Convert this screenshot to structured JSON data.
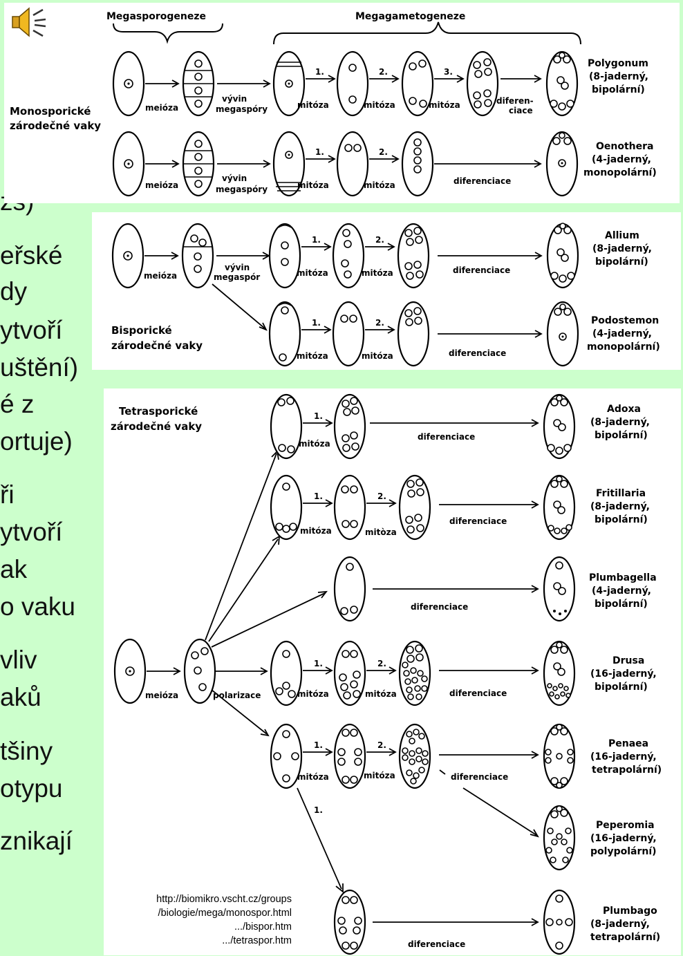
{
  "slide": {
    "background_color": "#ccffcc",
    "speaker_icon": "speaker-icon",
    "left_text": [
      "zs)",
      "eřské",
      "dy",
      "ytvoří",
      "uštění)",
      "é z",
      "ortuje)",
      "ři",
      "ytvoří",
      "ak",
      "o vaku",
      "vliv",
      "aků",
      "tšiny",
      "otypu",
      "znikají"
    ]
  },
  "monosporic": {
    "phase_megasporogenesis": "Megasporogeneze",
    "phase_megagametogenesis": "Megagametogeneze",
    "group_label": [
      "Monosporické",
      "zárodečné vaky"
    ],
    "meiosis": "meióza",
    "megaspore_development": [
      "vývin",
      "megaspóry"
    ],
    "step_1": "1.",
    "step_2": "2.",
    "step_3": "3.",
    "mitosis": "mitóza",
    "differentiation_split": [
      "diferen-",
      "ciace"
    ],
    "differentiation": "diferenciace",
    "polygonum": [
      "Polygonum",
      "(8-jaderný,",
      "bipolární)"
    ],
    "oenothera": [
      "Oenothera",
      "(4-jaderný,",
      "monopolární)"
    ]
  },
  "bisporic": {
    "group_label": [
      "Bisporické",
      "zárodečné vaky"
    ],
    "meiosis": "meióza",
    "megaspore_development": [
      "vývin",
      "megaspór"
    ],
    "step_1": "1.",
    "step_2": "2.",
    "mitosis": "mitóza",
    "differentiation": "diferenciace",
    "allium": [
      "Allium",
      "(8-jaderný,",
      "bipolární)"
    ],
    "podostemon": [
      "Podostemon",
      "(4-jaderný,",
      "monopolární)"
    ]
  },
  "tetrasporic": {
    "group_label": [
      "Tetrasporické",
      "zárodečné vaky"
    ],
    "meiosis": "meióza",
    "polarization": "polarizace",
    "step_1": "1.",
    "step_2": "2.",
    "mitosis": "mitóza",
    "mitosis_alt": "mitòza",
    "step_1_plain": "1.",
    "differentiation": "diferenciace",
    "adoxa": [
      "Adoxa",
      "(8-jaderný,",
      "bipolární)"
    ],
    "fritillaria": [
      "Fritillaria",
      "(8-jaderný,",
      "bipolární)"
    ],
    "plumbagella": [
      "Plumbagella",
      "(4-jaderný,",
      "bipolární)"
    ],
    "drusa": [
      "Drusa",
      "(16-jaderný,",
      "bipolární)"
    ],
    "penaea": [
      "Penaea",
      "(16-jaderný,",
      "tetrapolární)"
    ],
    "peperomia": [
      "Peperomia",
      "(16-jaderný,",
      "polypolární)"
    ],
    "plumbago": [
      "Plumbago",
      "(8-jaderný,",
      "tetrapolární)"
    ]
  },
  "source": [
    "http://biomikro.vscht.cz/groups",
    "/biologie/mega/monospor.html",
    ".../bispor.htm",
    ".../tetraspor.htm"
  ]
}
